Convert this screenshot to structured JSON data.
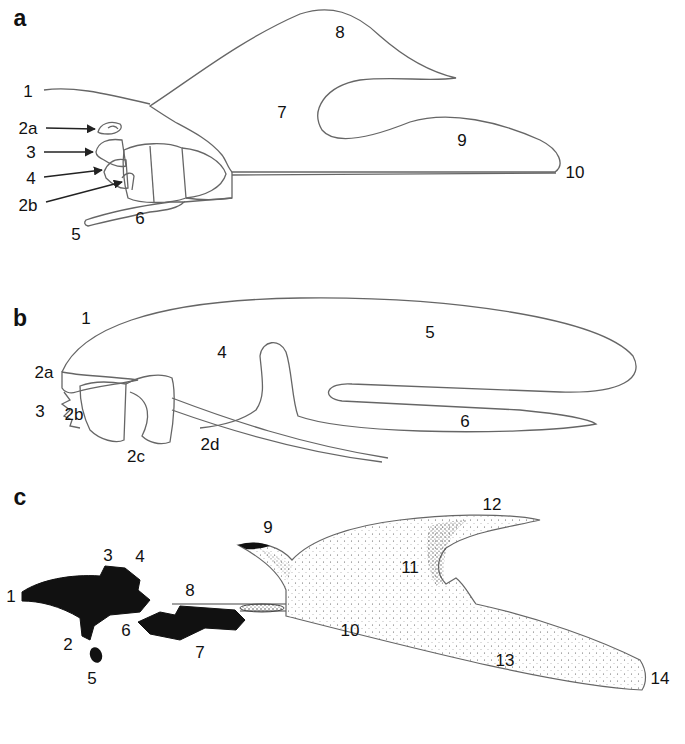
{
  "diagram": {
    "labels": [
      "a",
      "1",
      "2a",
      "3",
      "4",
      "2b",
      "5",
      "6",
      "7",
      "8",
      "9",
      "10",
      "b",
      "1",
      "2a",
      "3",
      "2b",
      "2c",
      "2d",
      "4",
      "5",
      "6",
      "c",
      "1",
      "2",
      "3",
      "4",
      "5",
      "6",
      "7",
      "8",
      "9",
      "10",
      "11",
      "12",
      "13",
      "14"
    ]
  }
}
